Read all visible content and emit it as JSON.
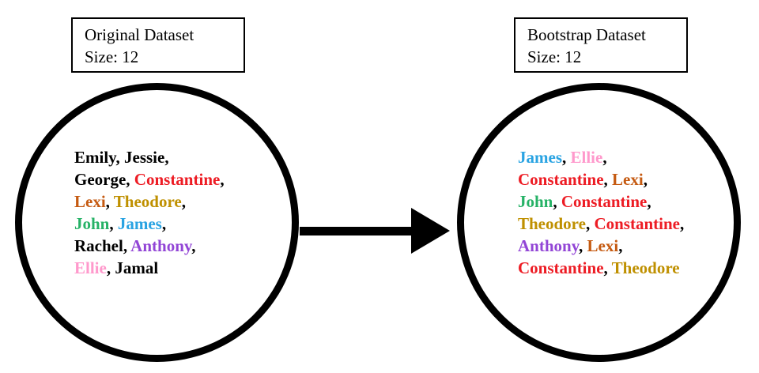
{
  "original_box": {
    "title": "Original Dataset",
    "size": "Size: 12"
  },
  "bootstrap_box": {
    "title": "Bootstrap Dataset",
    "size": "Size: 12"
  },
  "separator": ", ",
  "line_end": ",",
  "palette": {
    "black": "#000000",
    "red": "#ED1C24",
    "chocolate": "#C55A11",
    "dark_gold": "#BF9000",
    "green": "#26B266",
    "blue": "#29A3E2",
    "purple": "#9245D6",
    "pink": "#FF99CC",
    "circle_border": "#000000",
    "arrow": "#000000"
  },
  "original_circle": {
    "lines": [
      [
        {
          "text": "Emily",
          "color": "#000000"
        },
        {
          "text": "Jessie",
          "color": "#000000"
        }
      ],
      [
        {
          "text": "George",
          "color": "#000000"
        },
        {
          "text": "Constantine",
          "color": "#ED1C24"
        }
      ],
      [
        {
          "text": "Lexi",
          "color": "#C55A11"
        },
        {
          "text": "Theodore",
          "color": "#BF9000"
        }
      ],
      [
        {
          "text": "John",
          "color": "#26B266"
        },
        {
          "text": "James",
          "color": "#29A3E2"
        }
      ],
      [
        {
          "text": "Rachel",
          "color": "#000000"
        },
        {
          "text": "Anthony",
          "color": "#9245D6"
        }
      ],
      [
        {
          "text": "Ellie",
          "color": "#FF99CC"
        },
        {
          "text": "Jamal",
          "color": "#000000"
        }
      ]
    ]
  },
  "bootstrap_circle": {
    "lines": [
      [
        {
          "text": "James",
          "color": "#29A3E2"
        },
        {
          "text": "Ellie",
          "color": "#FF99CC"
        }
      ],
      [
        {
          "text": "Constantine",
          "color": "#ED1C24"
        },
        {
          "text": "Lexi",
          "color": "#C55A11"
        }
      ],
      [
        {
          "text": "John",
          "color": "#26B266"
        },
        {
          "text": "Constantine",
          "color": "#ED1C24"
        }
      ],
      [
        {
          "text": "Theodore",
          "color": "#BF9000"
        },
        {
          "text": "Constantine",
          "color": "#ED1C24"
        }
      ],
      [
        {
          "text": "Anthony",
          "color": "#9245D6"
        },
        {
          "text": "Lexi",
          "color": "#C55A11"
        }
      ],
      [
        {
          "text": "Constantine",
          "color": "#ED1C24"
        },
        {
          "text": "Theodore",
          "color": "#BF9000"
        }
      ]
    ]
  }
}
